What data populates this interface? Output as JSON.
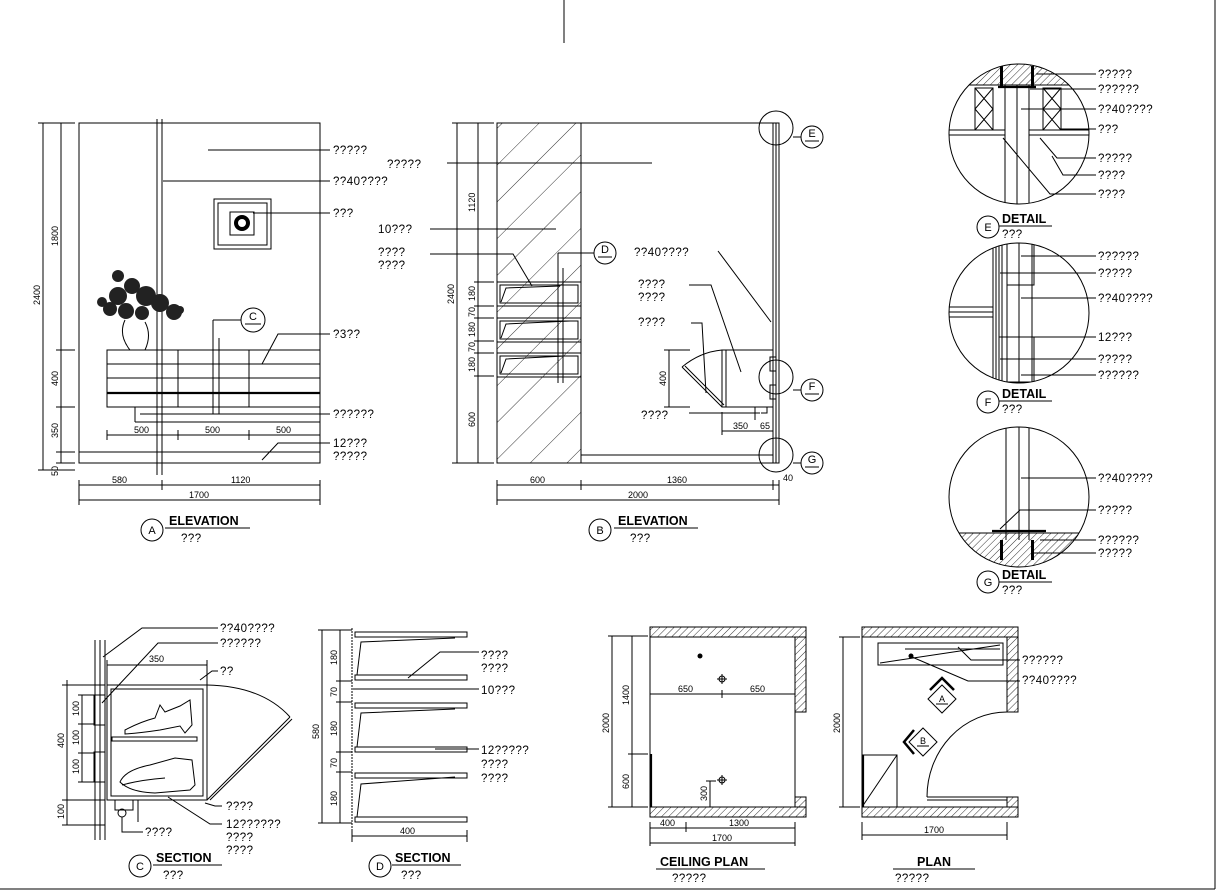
{
  "elevation_a": {
    "marker": "A",
    "title": "ELEVATION",
    "subtitle": "???",
    "callout": "C",
    "labels": [
      "?????",
      "??40????",
      "???",
      "?3??",
      "??????",
      "12???",
      "?????"
    ],
    "dims": [
      "2400",
      "1800",
      "400",
      "350",
      "50",
      "500",
      "500",
      "500",
      "580",
      "1120",
      "1700"
    ]
  },
  "elevation_b": {
    "marker": "B",
    "title": "ELEVATION",
    "subtitle": "???",
    "callouts": [
      "D",
      "E",
      "F",
      "G"
    ],
    "labels": [
      "?????",
      "10???",
      "????",
      "????",
      "??40????",
      "????",
      "????",
      "????",
      "????"
    ],
    "dims": [
      "2400",
      "1120",
      "180",
      "70",
      "180",
      "70",
      "180",
      "600",
      "600",
      "1360",
      "2000",
      "400",
      "350",
      "65",
      "40"
    ]
  },
  "detail_e": {
    "marker": "E",
    "title": "DETAIL",
    "subtitle": "???",
    "labels": [
      "?????",
      "??????",
      "??40????",
      "???",
      "?????",
      "????",
      "????"
    ]
  },
  "detail_f": {
    "marker": "F",
    "title": "DETAIL",
    "subtitle": "???",
    "labels": [
      "??????",
      "?????",
      "??40????",
      "12???",
      "?????",
      "??????"
    ]
  },
  "detail_g": {
    "marker": "G",
    "title": "DETAIL",
    "subtitle": "???",
    "labels": [
      "??40????",
      "?????",
      "??????",
      "?????"
    ]
  },
  "section_c": {
    "marker": "C",
    "title": "SECTION",
    "subtitle": "???",
    "labels": [
      "??40????",
      "??????",
      "??",
      "????",
      "12??????",
      "????",
      "????",
      "????"
    ],
    "dims": [
      "350",
      "400",
      "100",
      "100",
      "100",
      "100"
    ]
  },
  "section_d": {
    "marker": "D",
    "title": "SECTION",
    "subtitle": "???",
    "labels": [
      "????",
      "????",
      "10???",
      "12?????",
      "????",
      "????"
    ],
    "dims": [
      "180",
      "70",
      "180",
      "70",
      "180",
      "580",
      "400"
    ]
  },
  "ceiling_plan": {
    "title": "CEILING PLAN",
    "subtitle": "?????",
    "dims": [
      "2000",
      "1400",
      "600",
      "650",
      "650",
      "300",
      "400",
      "1300",
      "1700"
    ]
  },
  "plan": {
    "title": "PLAN",
    "subtitle": "?????",
    "markers": [
      "A",
      "B"
    ],
    "labels": [
      "??????",
      "??40????"
    ],
    "dims": [
      "2000",
      "1700"
    ]
  }
}
